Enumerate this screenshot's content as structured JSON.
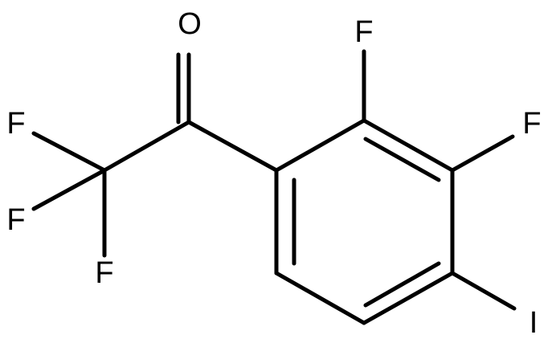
{
  "structure": {
    "atoms": [
      {
        "id": "O1",
        "label": "O"
      },
      {
        "id": "F_ring_top",
        "label": "F"
      },
      {
        "id": "F_ring_right",
        "label": "F"
      },
      {
        "id": "F_cf3_top",
        "label": "F"
      },
      {
        "id": "F_cf3_left",
        "label": "F"
      },
      {
        "id": "F_cf3_bottom",
        "label": "F"
      },
      {
        "id": "I1",
        "label": "I"
      }
    ]
  },
  "colors": {
    "bond": "#000000",
    "label": "#000000",
    "background": "#ffffff"
  }
}
